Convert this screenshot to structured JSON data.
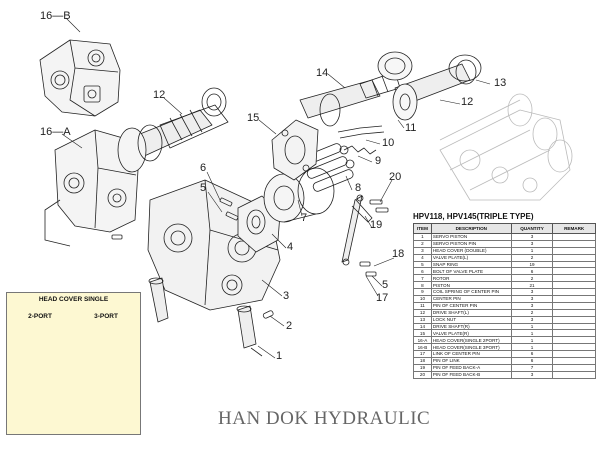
{
  "callouts": [
    {
      "id": "c16b",
      "label": "16—B"
    },
    {
      "id": "c16a",
      "label": "16—A"
    },
    {
      "id": "c12a",
      "label": "12"
    },
    {
      "id": "c12b",
      "label": "12"
    },
    {
      "id": "c14",
      "label": "14"
    },
    {
      "id": "c13",
      "label": "13"
    },
    {
      "id": "c11",
      "label": "11"
    },
    {
      "id": "c15",
      "label": "15"
    },
    {
      "id": "c10",
      "label": "10"
    },
    {
      "id": "c9",
      "label": "9"
    },
    {
      "id": "c8",
      "label": "8"
    },
    {
      "id": "c20",
      "label": "20"
    },
    {
      "id": "c19",
      "label": "19"
    },
    {
      "id": "c18",
      "label": "18"
    },
    {
      "id": "c17",
      "label": "17"
    },
    {
      "id": "c7",
      "label": "7"
    },
    {
      "id": "c6",
      "label": "6"
    },
    {
      "id": "c5a",
      "label": "5"
    },
    {
      "id": "c5b",
      "label": "5"
    },
    {
      "id": "c4",
      "label": "4"
    },
    {
      "id": "c3",
      "label": "3"
    },
    {
      "id": "c2",
      "label": "2"
    },
    {
      "id": "c1",
      "label": "1"
    }
  ],
  "parts_table": {
    "title": "HPV118, HPV145(TRIPLE TYPE)",
    "headers": [
      "ITEM",
      "DESCRIPTION",
      "QUANTITY",
      "REMARK"
    ],
    "rows": [
      [
        "1",
        "SERVO PISTON",
        "3",
        ""
      ],
      [
        "2",
        "SERVO PISTON PIN",
        "3",
        ""
      ],
      [
        "3",
        "HEAD COVER (DOUBLE)",
        "1",
        ""
      ],
      [
        "4",
        "VALVE PLATE(L)",
        "2",
        ""
      ],
      [
        "5",
        "SNAP RING",
        "19",
        ""
      ],
      [
        "6",
        "BOLT OF VALVE PLATE",
        "6",
        ""
      ],
      [
        "7",
        "ROTOR",
        "2",
        ""
      ],
      [
        "8",
        "PISTON",
        "21",
        ""
      ],
      [
        "9",
        "COIL SPRING OF CENTER PIN",
        "3",
        ""
      ],
      [
        "10",
        "CENTER PIN",
        "3",
        ""
      ],
      [
        "11",
        "PIN OF CENTER PIN",
        "3",
        ""
      ],
      [
        "12",
        "DRIVE SHAFT(L)",
        "2",
        ""
      ],
      [
        "13",
        "LOCK NUT",
        "3",
        ""
      ],
      [
        "14",
        "DRIVE SHAFT(R)",
        "1",
        ""
      ],
      [
        "15",
        "VALVE PLATE(R)",
        "1",
        ""
      ],
      [
        "16-A",
        "HEAD COVER(SINGLE 2PORT)",
        "1",
        ""
      ],
      [
        "16-B",
        "HEAD COVER(SINGLE 3PORT)",
        "1",
        ""
      ],
      [
        "17",
        "LINK OF CENTER PIN",
        "6",
        ""
      ],
      [
        "18",
        "PIN OF LINK",
        "6",
        ""
      ],
      [
        "19",
        "PIN OF FEED BACK-A",
        "7",
        ""
      ],
      [
        "20",
        "PIN OF FEED BACK-B",
        "3",
        ""
      ]
    ]
  },
  "inset": {
    "title": "HEAD COVER SINGLE",
    "port_a": "2-PORT",
    "port_b": "3-PORT"
  },
  "brand": "HAN DOK HYDRAULIC"
}
